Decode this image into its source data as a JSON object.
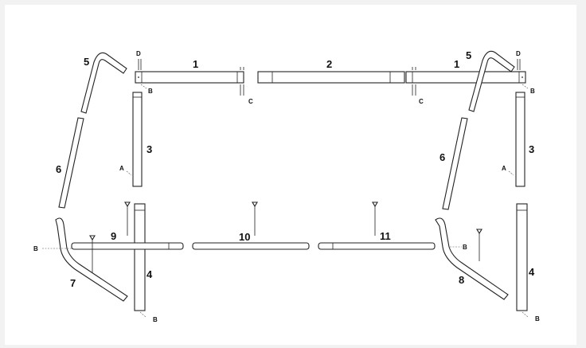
{
  "diagram": {
    "part_numbers": {
      "p1a": "1",
      "p2": "2",
      "p1b": "1",
      "p5a": "5",
      "p5b": "5",
      "p3a": "3",
      "p3b": "3",
      "p6a": "6",
      "p6b": "6",
      "p9": "9",
      "p10": "10",
      "p11": "11",
      "p7": "7",
      "p8": "8",
      "p4a": "4",
      "p4b": "4"
    },
    "hardware_letters": {
      "d_left": "D",
      "d_right": "D",
      "b_top_left": "B",
      "b_top_right": "B",
      "c_left": "C",
      "c_right": "C",
      "a_left": "A",
      "a_right": "A",
      "b_mid_left": "B",
      "b_mid_right": "B",
      "b_bot_left": "B",
      "b_bot_right": "B"
    },
    "colors": {
      "line": "#222222",
      "background": "#ffffff",
      "frame": "#f3f2f2"
    }
  }
}
